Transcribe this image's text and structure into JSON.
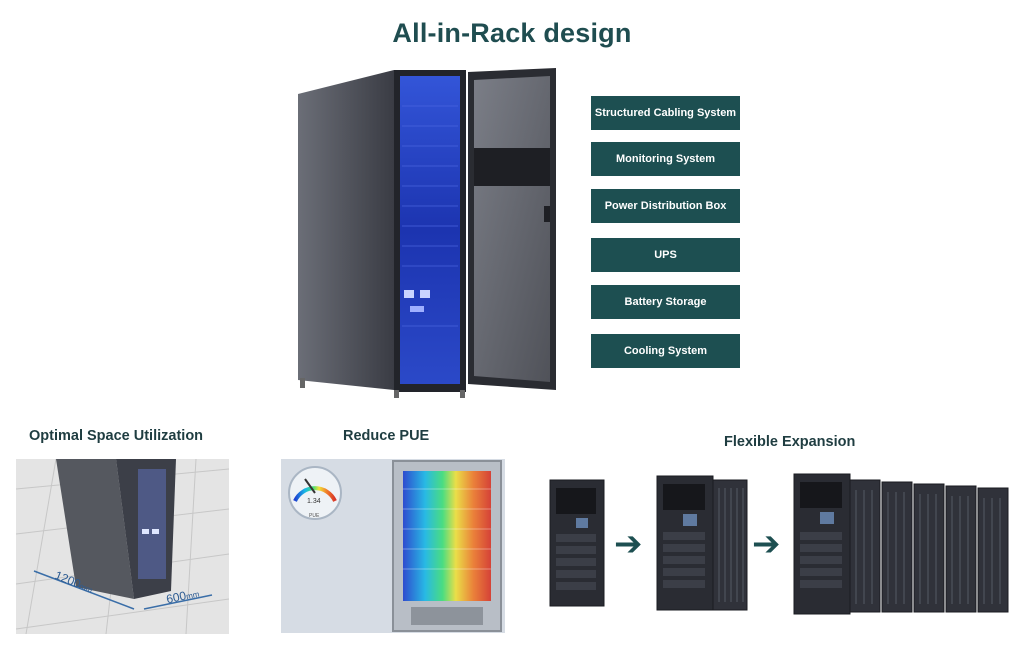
{
  "title": "All-in-Rack design",
  "features": [
    "Structured Cabling System",
    "Monitoring System",
    "Power Distribution Box",
    "UPS",
    "Battery Storage",
    "Cooling System"
  ],
  "sections": {
    "space": {
      "label": "Optimal Space Utilization",
      "dim_width": "1200",
      "dim_depth": "600",
      "unit": "mm"
    },
    "pue": {
      "label": "Reduce PUE",
      "gauge_value": "1.34",
      "gauge_label": "PUE"
    },
    "expansion": {
      "label": "Flexible Expansion",
      "arrow_1": "➔",
      "arrow_2": "➔"
    }
  },
  "colors": {
    "accent": "#1d4f51",
    "title": "#1f4d50",
    "rack_body": "#4a4d56",
    "rack_glow": "#1f3fc0"
  }
}
